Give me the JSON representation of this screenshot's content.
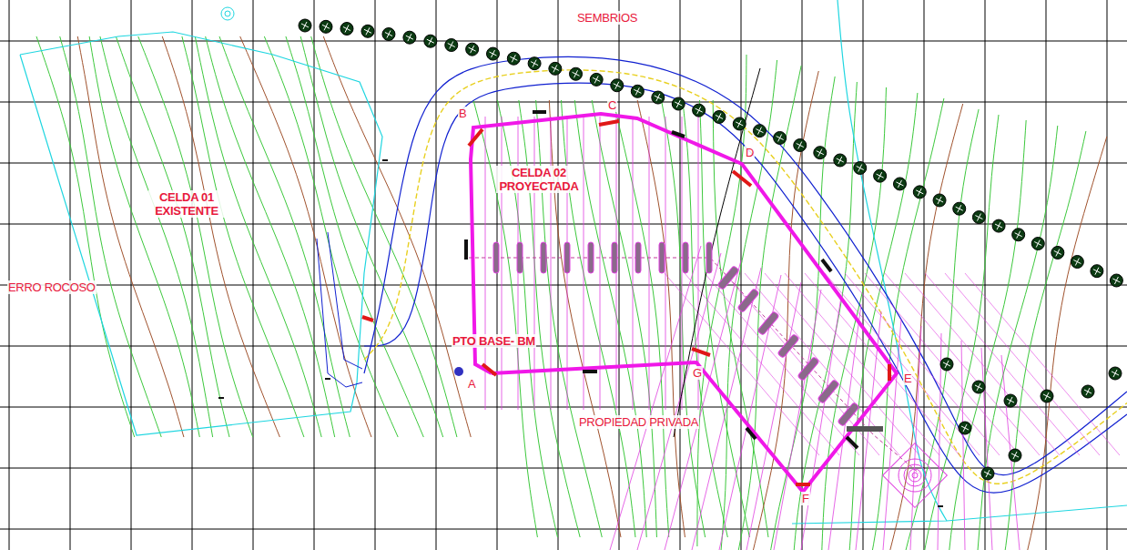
{
  "diagram": {
    "labels": [
      "SEMBRIOS",
      "CELDA 01 EXISTENTE",
      "CELDA 02 PROYECTADA",
      "ERRO ROCOSO",
      "PTO BASE- BM",
      "PROPIEDAD PRIVADA",
      "A",
      "B",
      "C",
      "D",
      "E",
      "F",
      "G"
    ]
  }
}
